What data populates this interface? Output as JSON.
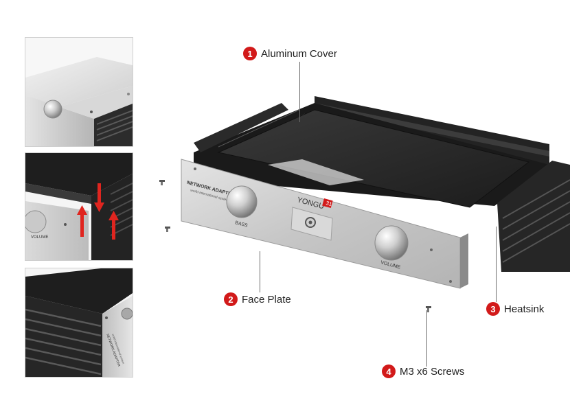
{
  "colors": {
    "badge": "#d21a1a",
    "arrow": "#e0251f",
    "panel": "#c9c9c9",
    "dark": "#1d1d1d",
    "leader": "#6a6a6a",
    "logo_mark": "#d21a1a"
  },
  "callouts": [
    {
      "number": "1",
      "label": "Aluminum Cover"
    },
    {
      "number": "2",
      "label": "Face Plate"
    },
    {
      "number": "3",
      "label": "Heatsink"
    },
    {
      "number": "4",
      "label": "M3 x6 Screws"
    }
  ],
  "panel_text": {
    "brand": "YONGU",
    "brand_mark": "31",
    "title": "NETWORK ADAPTER",
    "subtitle": "world international system",
    "knob_left": "BASS",
    "knob_right": "VOLUME"
  },
  "thumbnails": {
    "middle_knob_label": "VOLUME",
    "bottom_panel_title": "NETWORK ADAPTER",
    "bottom_panel_subtitle": "world international system"
  },
  "icons": [
    "red-arrow-down-icon",
    "red-arrow-up-icon",
    "screw-icon",
    "knob-icon"
  ]
}
